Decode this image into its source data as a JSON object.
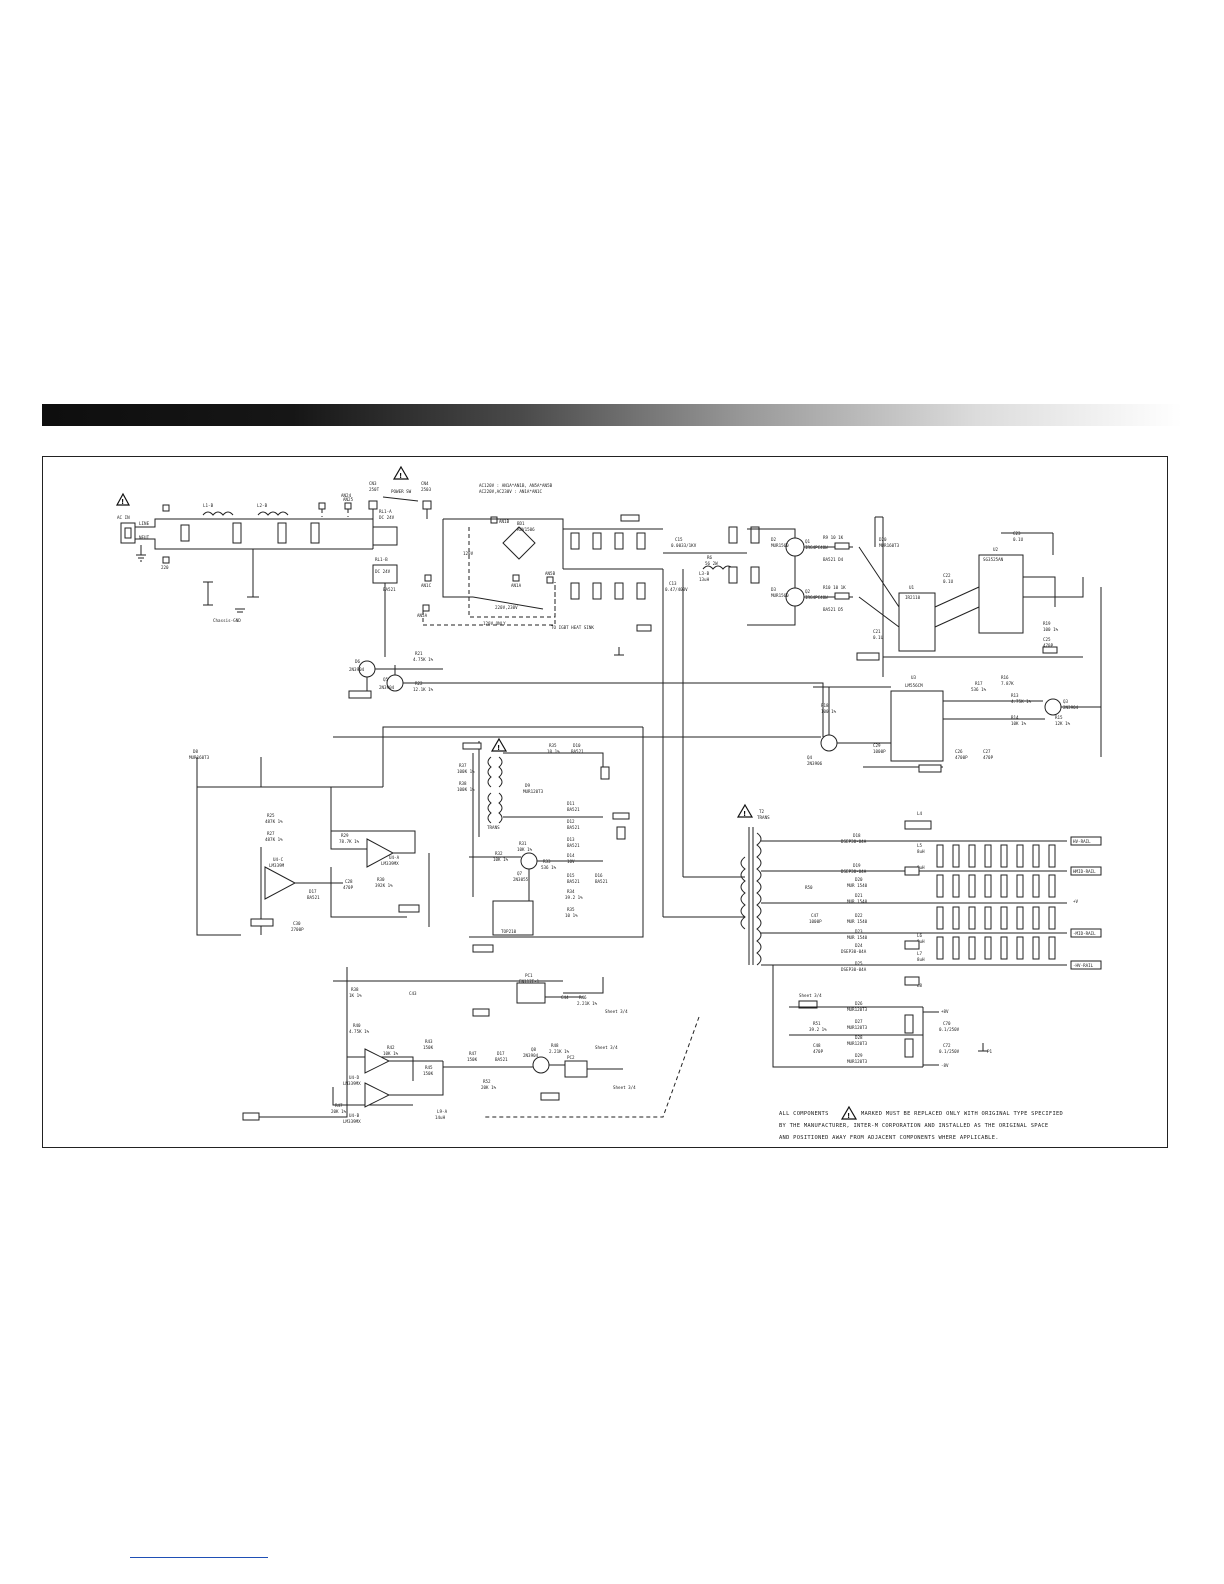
{
  "input": {
    "jack": "AC IN",
    "line_label": "LINE",
    "neutral_label": "NEUT",
    "tap": "220"
  },
  "filter": {
    "l1": "L1-B",
    "l2": "L2-B"
  },
  "connectors": {
    "cn3": "CN3",
    "cn3_val": "250T",
    "cn4": "CN4",
    "cn4_val": "2503"
  },
  "relay": {
    "ref": "RL1-A",
    "rating": "DC 24V",
    "coil_ref": "RL1-B",
    "coil_rating": "DC 24V",
    "switch": "POWER SW",
    "diode": "BA521"
  },
  "bridge": {
    "ref": "BD1",
    "part": "RBV1506"
  },
  "voltage_note": {
    "line1": "AC120V : AN1A*AN1B, AN5A*AN5B",
    "line2": "AC220V,AC230V : AN1A*AN1C"
  },
  "mains_labels": {
    "v120": "120V",
    "v220": "220V,230V",
    "only120": "120V ONLY",
    "heatsink": "TO IGBT HEAT SINK",
    "chassis": "Chassis-GND"
  },
  "anchors": {
    "an24": "AN24",
    "an25": "AN25",
    "an1b": "AN1B",
    "an1a": "AN1A",
    "an1c": "AN1C",
    "an5a": "AN5A",
    "an5b": "AN5B"
  },
  "primary": {
    "c15": "C15",
    "c15_val": "0.0033/1KV",
    "r6": "R6",
    "r6_val": "56 2W",
    "l3": "L3-B",
    "l3_val": "13uH",
    "c13": "C13",
    "c13_val": "0.47/400V"
  },
  "igbt": {
    "q1": "Q1",
    "q1_part": "IRG4PC40W",
    "q2": "Q2",
    "q2_part": "IRG4PC40W",
    "d2": "D2",
    "d2_part": "MUR1560",
    "d3": "D3",
    "d3_part": "MUR1560",
    "d20": "D20",
    "d20_part": "MUR160T3",
    "r9": "R9 10 1K",
    "r10": "R10 10 1K",
    "d4": "BA521 D4",
    "d5": "BA521 D5"
  },
  "u1": {
    "ref": "U1",
    "part": "IR2110"
  },
  "u2": {
    "ref": "U2",
    "part": "SG3525AN",
    "c23": "C23",
    "c23_val": "0.1U",
    "r19": "R19",
    "r19_val": "100 1%",
    "c22": "C22",
    "c22_val": "0.1U",
    "c21": "C21",
    "c21_val": "0.1U",
    "c25": "C25",
    "c25_val": "470P"
  },
  "u3": {
    "ref": "U3",
    "part": "LM556CM",
    "r16": "R16",
    "r16_val": "7.87K",
    "r17": "R17",
    "r17_val": "536 1%",
    "r18": "R18",
    "r18_val": "100 1%",
    "r14": "R14",
    "r14_val": "10K 1%",
    "r13": "R13",
    "r13_val": "4.75K 1%",
    "r15": "R15",
    "r15_val": "12K 1%",
    "q3": "Q3",
    "q3_part": "2N3904",
    "q4": "Q4",
    "q4_part": "2N3906",
    "c26": "C26",
    "c26_val": "4700P",
    "c27": "C27",
    "c27_val": "470P",
    "c29": "C29",
    "c29_val": "1000P"
  },
  "thermal": {
    "d6": "D6",
    "q5": "Q5",
    "q5_part": "2N3904",
    "q6_part": "2N3904",
    "r21": "R21",
    "r21_val": "4.75K 1%",
    "r22": "R22",
    "r22_val": "12.1K 1%"
  },
  "protect": {
    "r35": "R35",
    "r35_val": "10 1%",
    "d10": "D10",
    "d10_part": "BA521",
    "r37": "R37",
    "r37_val": "100K 1%",
    "r38": "R38",
    "r38_val": "100K 1%",
    "trans": "TRANS",
    "d9": "D9",
    "d9_part": "MUR120T3",
    "d11": "D11",
    "d12": "D12",
    "d13": "D13",
    "ba521": "BA521",
    "r31": "R31",
    "r31_val": "10K 1%",
    "r32": "R32",
    "r32_val": "10K 1%",
    "q7": "Q7",
    "q7_part": "2N3055",
    "r33": "R33",
    "r33_val": "536 1%",
    "d14": "D14",
    "d14_val": "10V",
    "d15": "D15",
    "d16": "D16",
    "r34": "R34",
    "r34_val": "39.2 1%",
    "r35b": "R35",
    "r35b_val": "10 1%",
    "tl": "TOP210"
  },
  "comparator": {
    "u4c": "U4-C",
    "u4c_part": "LM339M",
    "u4a": "U4-A",
    "u4a_part": "LM339MX",
    "r25": "R25",
    "r25_val": "487K 1%",
    "r27": "R27",
    "r27_val": "487K 1%",
    "r29": "R29",
    "r29_val": "78.7K 1%",
    "r30": "R30",
    "r30_val": "392K 1%",
    "c28": "C28",
    "c28_val": "470P",
    "d17": "D17",
    "d17_part": "BA521",
    "c30": "C30",
    "c30_val": "2700P",
    "d8": "D8",
    "d8_part": "MUR160T3"
  },
  "bottom": {
    "pc1": "PC1",
    "pc1_part": "EN117F-1",
    "pc2": "PC2",
    "r38b": "R38",
    "r38b_val": "1K 1%",
    "c43": "C43",
    "c44": "C44",
    "r46": "R46",
    "r46_val": "2.21K 1%",
    "r40": "R40",
    "r40_val": "4.75K 1%",
    "r42": "R42",
    "r42_val": "10K 1%",
    "r43": "R43",
    "r43_val": "150K",
    "r45": "R45",
    "r45_val": "150K",
    "r47": "R47",
    "r47_val": "20K 1%",
    "r47b": "R47",
    "r47b_val": "150K",
    "r52": "R52",
    "r52_val": "20K 1%",
    "r48": "R48",
    "r48_val": "2.21K 1%",
    "q8": "Q8",
    "q8_part": "2N3904",
    "u4d": "U4-D",
    "u4d_part": "LM339MX",
    "u4b": "U4-B",
    "u4b_part": "LM339MX",
    "l9": "L9-A",
    "l9_val": "14uH",
    "d17b": "D17",
    "d17b_part": "BA521",
    "sheet": "Sheet 3/4"
  },
  "secondary": {
    "t2": "T2",
    "t2_label": "TRANS",
    "d18": "D18",
    "d18_part": "DSEP30-04A",
    "d19": "D19",
    "d19_part": "DSEP30-04A",
    "d20": "D20",
    "d20_part": "MUR 1540",
    "d21": "D21",
    "d21_part": "MUR 1540",
    "d22": "D22",
    "d22_part": "MUR 1540",
    "d23": "D23",
    "d23_part": "MUR 1540",
    "d24": "D24",
    "d24_part": "DSEP30-04A",
    "d25": "D25",
    "d25_part": "DSEP30-04A",
    "l4": "L4",
    "l4_val": "8uH",
    "l5": "L5",
    "l5_val": "8uH",
    "l6": "L6",
    "l6_val": "8uH",
    "l7": "L7",
    "l7_val": "8uH",
    "l8": "L8",
    "r50": "R50",
    "c47": "C47",
    "c47_val": "1000P",
    "rails": [
      "HV-RAIL",
      "HMID-RAIL",
      "+V",
      "-MID-RAIL",
      "-HV-RAIL"
    ]
  },
  "aux": {
    "sheet": "Sheet 3/4",
    "d26": "D26",
    "d26_part": "MUR120T3",
    "d27": "D27",
    "d27_part": "MUR120T3",
    "d28": "D28",
    "d28_part": "MUR120T3",
    "d29": "D29",
    "d29_part": "MUR120T3",
    "r51": "R51",
    "r51_val": "39.2 1%",
    "c48": "C48",
    "c48_val": "470P",
    "c70": "C70",
    "c70_val": "0.1/250V",
    "c72": "C72",
    "c72_val": "0.1/250V",
    "plus_v": "+8V",
    "minus_v": "-8V",
    "p1": "P1"
  },
  "notes": {
    "line1a": "ALL COMPONENTS",
    "line1b": "MARKED MUST BE REPLACED ONLY WITH ORIGINAL TYPE SPECIFIED",
    "line2": "BY THE MANUFACTURER, INTER-M CORPORATION AND INSTALLED AS THE ORIGINAL SPACE",
    "line3": "AND POSITIONED AWAY FROM ADJACENT COMPONENTS WHERE APPLICABLE."
  }
}
